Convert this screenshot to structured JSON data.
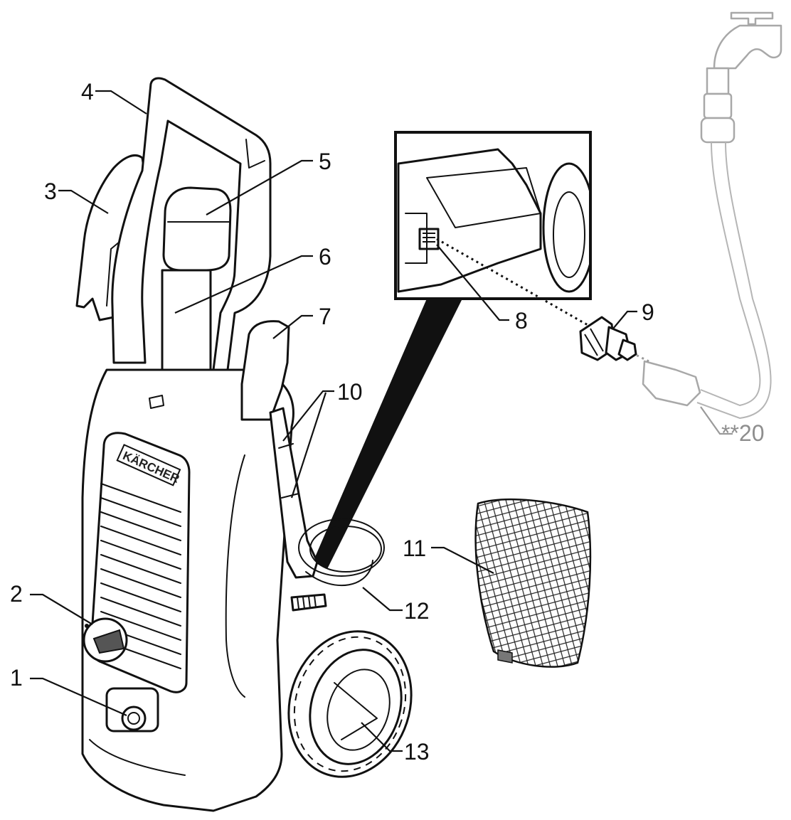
{
  "labels": {
    "l1": "1",
    "l2": "2",
    "l3": "3",
    "l4": "4",
    "l5": "5",
    "l6": "6",
    "l7": "7",
    "l8": "8",
    "l9": "9",
    "l10": "10",
    "l11": "11",
    "l12": "12",
    "l13": "13",
    "l20": "**20"
  },
  "brand_text": "KÄRCHER",
  "colors": {
    "line": "#111111",
    "ghost": "#a8a8a8",
    "background": "#ffffff"
  }
}
